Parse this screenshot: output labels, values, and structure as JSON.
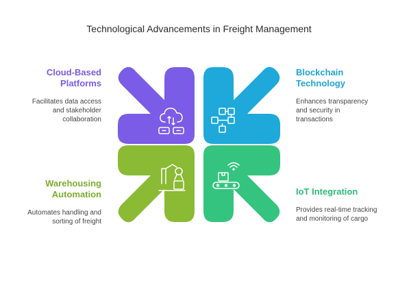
{
  "title": "Technological Advancements in Freight Management",
  "quadrants": [
    {
      "id": "tl",
      "heading": [
        "Cloud-Based",
        "Platforms"
      ],
      "description": [
        "Facilitates data access",
        "and stakeholder",
        "collaboration"
      ],
      "color": "#7B5CE6",
      "icon": "cloud-sync-icon"
    },
    {
      "id": "tr",
      "heading": [
        "Blockchain",
        "Technology"
      ],
      "description": [
        "Enhances transparency",
        "and security in",
        "transactions"
      ],
      "color": "#1FA8DA",
      "icon": "blockchain-icon"
    },
    {
      "id": "bl",
      "heading": [
        "Warehousing",
        "Automation"
      ],
      "description": [
        "Automates handling and",
        "sorting of freight"
      ],
      "color": "#8BBA35",
      "icon": "robotic-arm-icon"
    },
    {
      "id": "br",
      "heading": [
        "IoT Integration"
      ],
      "description": [
        "Provides real-time tracking",
        "and monitoring of cargo"
      ],
      "color": "#35C47F",
      "icon": "iot-conveyor-icon"
    }
  ]
}
